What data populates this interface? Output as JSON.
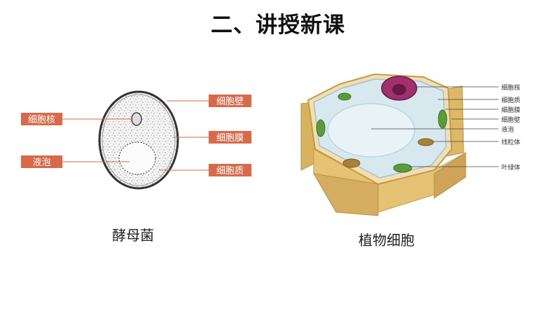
{
  "slide": {
    "title": "二、讲授新课"
  },
  "yeast": {
    "caption": "酵母菌",
    "labels": {
      "nucleus": "细胞核",
      "vacuole": "液泡",
      "cell_wall": "细胞壁",
      "cell_membrane": "细胞膜",
      "cytoplasm": "细胞质"
    },
    "label_color": "#d76a4a"
  },
  "plant_cell": {
    "caption": "植物细胞",
    "labels": {
      "nucleus": "细胞核",
      "cytoplasm": "细胞质",
      "cell_membrane": "细胞膜",
      "cell_wall": "细胞壁",
      "vacuole": "液泡",
      "mitochondria": "线粒体",
      "chloroplast": "叶绿体"
    }
  }
}
